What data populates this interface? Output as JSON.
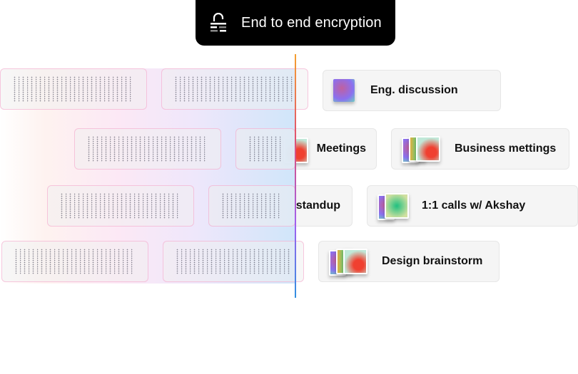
{
  "banner": {
    "label": "End to end encryption",
    "icon": "unlock-icon"
  },
  "encrypted_blocks": [
    {
      "row": 1,
      "content": "encrypted-dots"
    },
    {
      "row": 1,
      "content": "encrypted-dots"
    },
    {
      "row": 2,
      "content": "encrypted-dots"
    },
    {
      "row": 2,
      "content": "encrypted-dots"
    },
    {
      "row": 3,
      "content": "encrypted-dots"
    },
    {
      "row": 3,
      "content": "encrypted-dots"
    },
    {
      "row": 4,
      "content": "encrypted-dots"
    },
    {
      "row": 4,
      "content": "encrypted-dots"
    }
  ],
  "cards": [
    {
      "label": "Eng.  discussion"
    },
    {
      "label": "Meetings"
    },
    {
      "label": "Business mettings"
    },
    {
      "label": "standup"
    },
    {
      "label": "1:1 calls w/ Akshay"
    },
    {
      "label": "Design brainstorm"
    }
  ]
}
